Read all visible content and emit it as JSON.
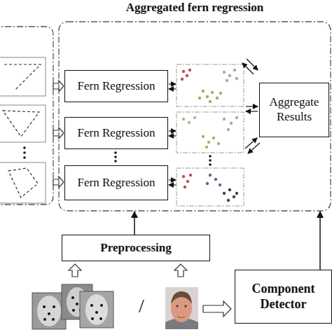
{
  "diagram": {
    "nodes": [
      {
        "text": [
          "Aggregated fern regression"
        ]
      },
      {
        "text": [
          "Fern Regression"
        ],
        "in": 0
      },
      {
        "text": [
          "Fern Regression"
        ],
        "in": 0
      },
      {
        "text": [
          "Fern Regression"
        ],
        "in": 0
      },
      {
        "text": [
          "Aggregate Results"
        ],
        "in": 0
      },
      {
        "text": [
          "Preprocessing"
        ]
      },
      {
        "text": [
          "Component Detector"
        ]
      }
    ],
    "edges": [
      {
        "from": 5,
        "to": 0,
        "arrow": "to"
      },
      {
        "from": 6,
        "to": 0,
        "arrow": "to"
      }
    ],
    "labels": [
      "/"
    ]
  }
}
